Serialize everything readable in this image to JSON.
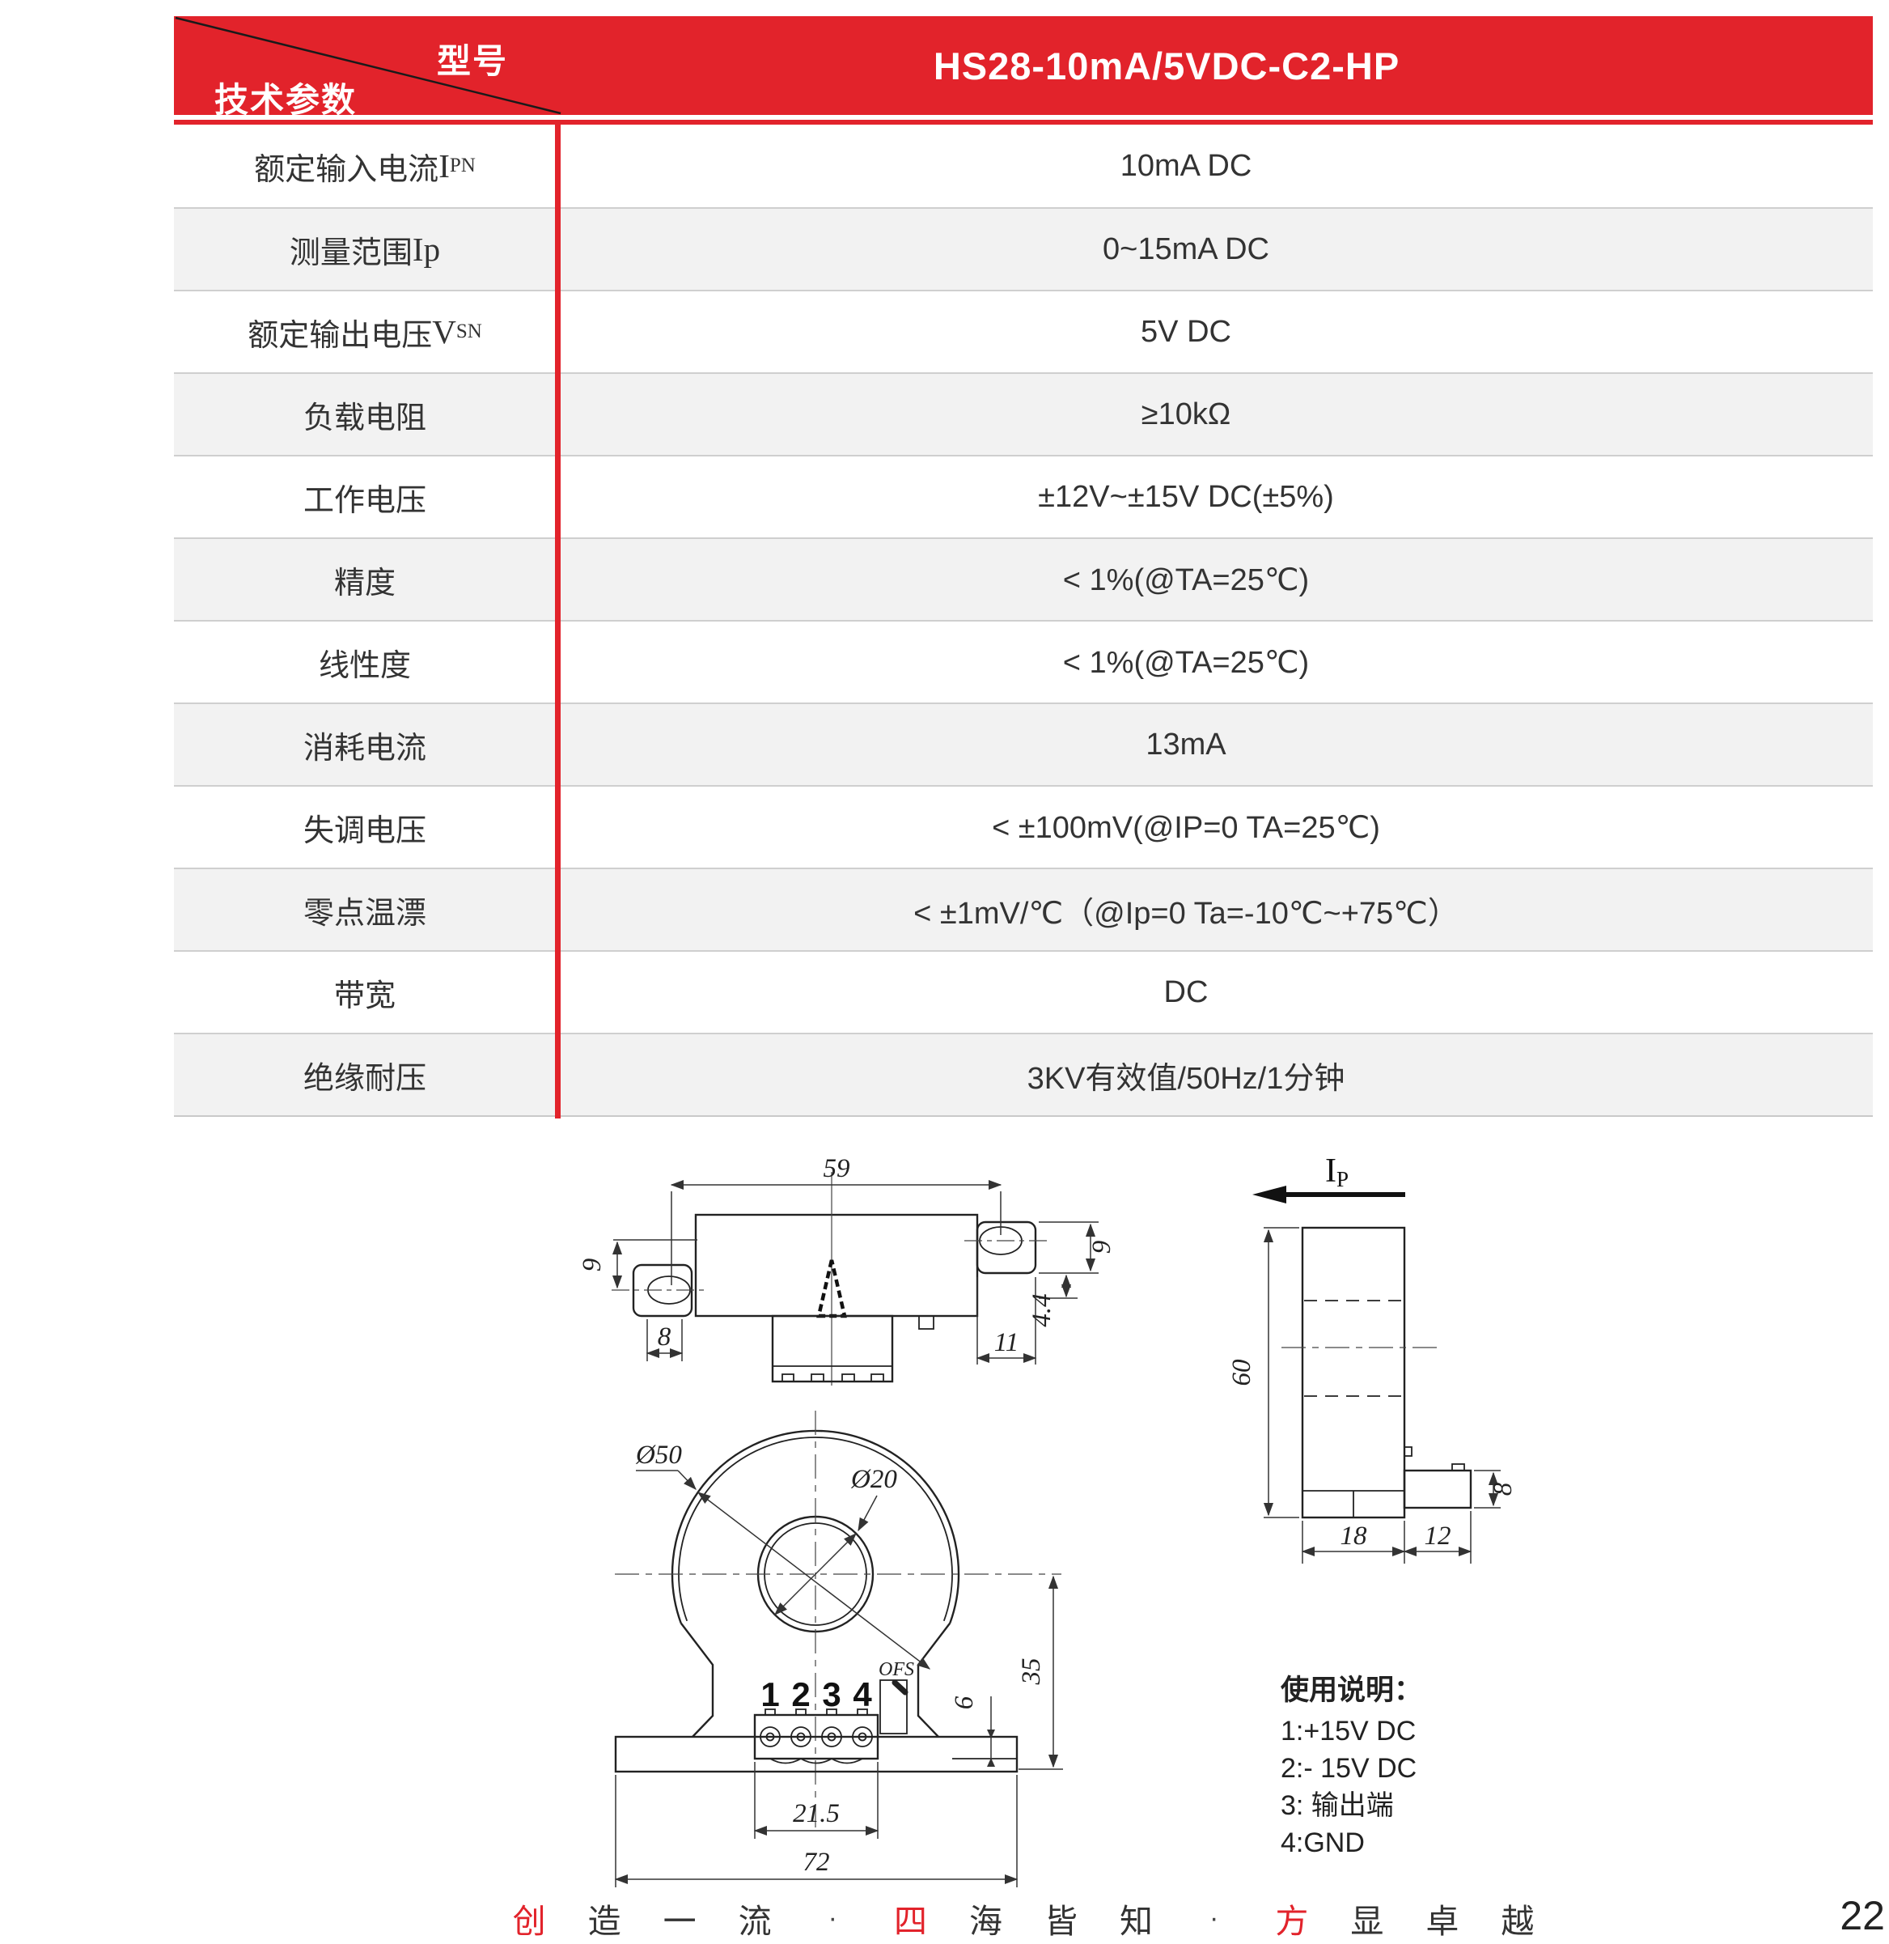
{
  "colors": {
    "brand_red": "#e2232b",
    "row_gray": "#f2f2f2",
    "row_border": "#cfcfcf",
    "text": "#333333"
  },
  "header": {
    "corner_top": "型号",
    "corner_bottom": "技术参数",
    "model": "HS28-10mA/5VDC-C2-HP"
  },
  "table": {
    "rows": [
      {
        "label": "额定输入电流 ",
        "sym": "I",
        "sub": "PN",
        "value": "10mA DC"
      },
      {
        "label": "测量范围",
        "sym": "Ip",
        "sub": "",
        "value": "0~15mA DC"
      },
      {
        "label": "额定输出电压 ",
        "sym": "V",
        "sub": "SN",
        "value": "5V DC"
      },
      {
        "label": "负载电阻",
        "sym": "",
        "sub": "",
        "value": "≥10kΩ"
      },
      {
        "label": "工作电压",
        "sym": "",
        "sub": "",
        "value": "±12V~±15V DC(±5%)"
      },
      {
        "label": "精度",
        "sym": "",
        "sub": "",
        "value": "< 1%(@TA=25℃)"
      },
      {
        "label": "线性度",
        "sym": "",
        "sub": "",
        "value": "< 1%(@TA=25℃)"
      },
      {
        "label": "消耗电流",
        "sym": "",
        "sub": "",
        "value": "13mA"
      },
      {
        "label": "失调电压",
        "sym": "",
        "sub": "",
        "value": "< ±100mV(@IP=0 TA=25℃)"
      },
      {
        "label": "零点温漂",
        "sym": "",
        "sub": "",
        "value": "< ±1mV/℃（@Ip=0 Ta=-10℃~+75℃）"
      },
      {
        "label": "带宽",
        "sym": "",
        "sub": "",
        "value": "DC"
      },
      {
        "label": "绝缘耐压",
        "sym": "",
        "sub": "",
        "value": "3KV有效值/50Hz/1分钟"
      }
    ]
  },
  "drawings": {
    "top": {
      "w59": "59",
      "l9": "9",
      "r9": "9",
      "d44": "4.4",
      "b8": "8",
      "b11": "11"
    },
    "front": {
      "d50": "Ø50",
      "d20": "Ø20",
      "ofs": "OFS",
      "pins": [
        "1",
        "2",
        "3",
        "4"
      ],
      "w215": "21.5",
      "w72": "72",
      "h35": "35",
      "h6": "6"
    },
    "side": {
      "ip_i": "I",
      "ip_p": "P",
      "h60": "60",
      "w18": "18",
      "w12": "12",
      "r8": "8"
    }
  },
  "usage": {
    "title": "使用说明：",
    "lines": [
      "1:+15V DC",
      "2:- 15V DC",
      "3: 输出端",
      "4:GND"
    ]
  },
  "footer": {
    "slogan": [
      "创",
      "造",
      "一",
      "流",
      "·",
      "四",
      "海",
      "皆",
      "知",
      "·",
      "方",
      "显",
      "卓",
      "越"
    ],
    "page": "22"
  }
}
